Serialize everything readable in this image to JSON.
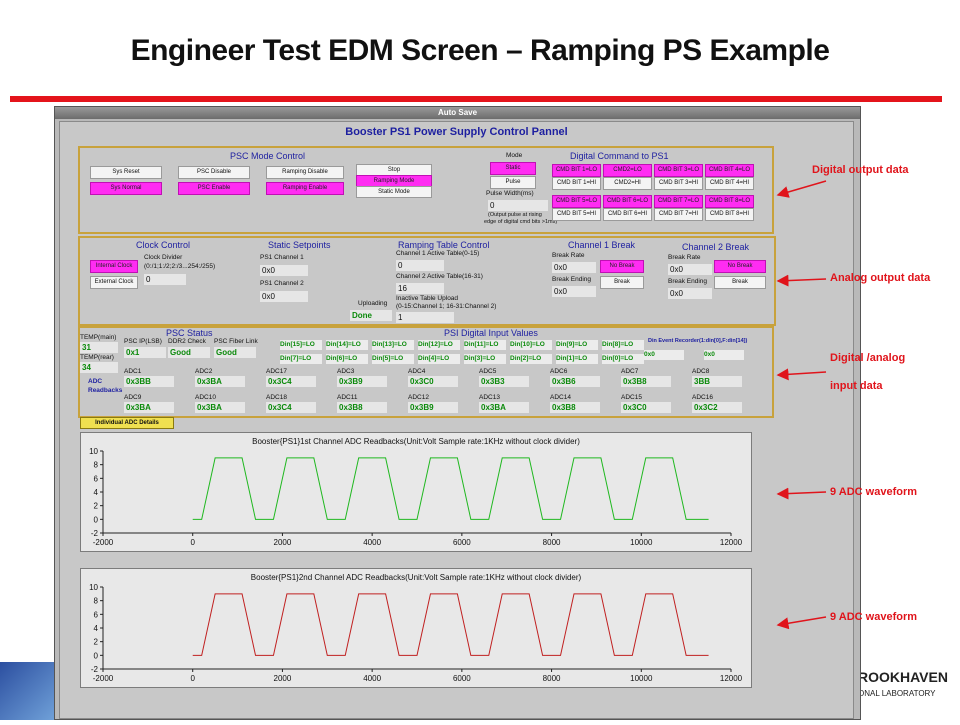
{
  "slide": {
    "title": "Engineer Test EDM Screen – Ramping PS Example",
    "accent_color": "#e4141b"
  },
  "window": {
    "titlebar": "Auto Save",
    "heading": "Booster PS1 Power Supply Control Pannel"
  },
  "psc_mode": {
    "title": "PSC Mode Control",
    "buttons": [
      [
        "Sys Reset",
        "Sys Normal"
      ],
      [
        "PSC Disable",
        "PSC Enable"
      ],
      [
        "Ramping Disable",
        "Ramping Enable"
      ]
    ],
    "stop_col": [
      "Stop",
      "Ramping Mode",
      "Static Mode"
    ]
  },
  "mode": {
    "label": "Mode",
    "static": "Static",
    "pulse": "Pulse",
    "pulse_width_label": "Pulse Width(ms)",
    "pulse_width_value": "0",
    "note1": "(Output pulse at rising",
    "note2": "edge of digital cmd bits >1ms)"
  },
  "digital_cmd": {
    "title": "Digital Command to PS1",
    "rows": [
      [
        "CMD BIT 1=LO",
        "CMD2=LO",
        "CMD BIT 3=LO",
        "CMD BIT 4=LO"
      ],
      [
        "CMD BIT 1=HI",
        "CMD2=HI",
        "CMD BIT 3=HI",
        "CMD BIT 4=HI"
      ],
      [
        "CMD BIT 5=LO",
        "CMD BIT 6=LO",
        "CMD BIT 7=LO",
        "CMD BIT 8=LO"
      ],
      [
        "CMD BIT 5=HI",
        "CMD BIT 6=HI",
        "CMD BIT 7=HI",
        "CMD BIT 8=HI"
      ]
    ]
  },
  "clock": {
    "title": "Clock Control",
    "internal": "Internal Clock",
    "external": "External Clock",
    "divider_label": "Clock Divider",
    "divider_hint": "(0:/1;1:/2;2:/3...254:/255)",
    "divider_value": "0"
  },
  "static_setpoints": {
    "title": "Static Setpoints",
    "ch1_label": "PS1 Channel 1",
    "ch1_value": "0x0",
    "ch2_label": "PS1 Channel 2",
    "ch2_value": "0x0"
  },
  "ramping_table": {
    "title": "Ramping Table Control",
    "ch1_label": "Channel 1 Active Table(0-15)",
    "ch1_value": "0",
    "ch2_label": "Channel 2 Active Table(16-31)",
    "ch2_value": "16",
    "upload_label": "Inactive Table Upload",
    "upload_hint": "(0-15:Channel 1; 16-31:Channel 2)",
    "uploading_label": "Uploading",
    "uploading_value": "Done",
    "upload_value": "1"
  },
  "ch1_break": {
    "title": "Channel 1 Break",
    "rate_label": "Break Rate",
    "rate_value": "0x0",
    "ending_label": "Break Ending",
    "ending_value": "0x0",
    "no_break": "No Break",
    "break": "Break"
  },
  "ch2_break": {
    "title": "Channel 2 Break",
    "rate_label": "Break Rate",
    "rate_value": "0x0",
    "ending_label": "Break Ending",
    "ending_value": "0x0",
    "no_break": "No Break",
    "break": "Break"
  },
  "psc_status": {
    "title": "PSC Status",
    "temp_main_label": "TEMP(main)",
    "temp_main_value": "31",
    "temp_rear_label": "TEMP(rear)",
    "temp_rear_value": "34",
    "ip_label": "PSC IP(LSB)",
    "ip_value": "0x1",
    "ddr2_label": "DDR2 Check",
    "ddr2_value": "Good",
    "fiber_label": "PSC Fiber Link",
    "fiber_value": "Good"
  },
  "digital_inputs": {
    "title": "PSI Digital Input Values",
    "row1": [
      "Din[15]=LO",
      "Din[14]=LO",
      "Din[13]=LO",
      "Din[12]=LO",
      "Din[11]=LO",
      "Din[10]=LO",
      "Din[9]=LO",
      "Din[8]=LO"
    ],
    "row2": [
      "Din[7]=LO",
      "Din[6]=LO",
      "Din[5]=LO",
      "Din[4]=LO",
      "Din[3]=LO",
      "Din[2]=LO",
      "Din[1]=LO",
      "Din[0]=LO"
    ],
    "recorder_label": "Din Event Recorder(1:din[0],F:din[14])",
    "recorder_values": [
      "0x0",
      "0x0"
    ]
  },
  "adc": {
    "readbacks_label": "ADC Readbacks",
    "row1": [
      [
        "ADC1",
        "0x3BB"
      ],
      [
        "ADC2",
        "0x3BA"
      ],
      [
        "ADC17",
        "0x3C4"
      ],
      [
        "ADC3",
        "0x3B9"
      ],
      [
        "ADC4",
        "0x3C0"
      ],
      [
        "ADC5",
        "0x3B3"
      ],
      [
        "ADC6",
        "0x3B6"
      ],
      [
        "ADC7",
        "0x3B8"
      ],
      [
        "ADC8",
        "3BB"
      ]
    ],
    "row2": [
      [
        "ADC9",
        "0x3BA"
      ],
      [
        "ADC10",
        "0x3BA"
      ],
      [
        "ADC18",
        "0x3C4"
      ],
      [
        "ADC11",
        "0x3B8"
      ],
      [
        "ADC12",
        "0x3B9"
      ],
      [
        "ADC13",
        "0x3BA"
      ],
      [
        "ADC14",
        "0x3B8"
      ],
      [
        "ADC15",
        "0x3C0"
      ],
      [
        "ADC16",
        "0x3C2"
      ]
    ],
    "details_button": "Individual ADC Details"
  },
  "annotations": {
    "digital_out": "Digital output data",
    "analog_out": "Analog output data",
    "dig_analog_in_1": "Digital /analog",
    "dig_analog_in_2": "input data",
    "wave1": "9 ADC waveform",
    "wave2": "9 ADC waveform"
  },
  "chart_data": [
    {
      "type": "line",
      "title": "Booster{PS1}1st Channel ADC Readbacks(Unit:Volt  Sample rate:1KHz without clock divider)",
      "xlim": [
        -2000,
        12000
      ],
      "ylim": [
        -2,
        10
      ],
      "x_ticks": [
        -2000,
        0,
        2000,
        4000,
        6000,
        8000,
        10000,
        12000
      ],
      "y_ticks": [
        -2,
        0,
        2,
        4,
        6,
        8,
        10
      ],
      "grid": false,
      "color": "#1fb81f",
      "series": [
        {
          "values": [
            [
              0,
              0
            ],
            [
              200,
              0
            ],
            [
              500,
              9
            ],
            [
              1100,
              9
            ],
            [
              1400,
              0
            ],
            [
              1800,
              0
            ],
            [
              2100,
              9
            ],
            [
              2700,
              9
            ],
            [
              3000,
              0
            ],
            [
              3400,
              0
            ],
            [
              3700,
              9
            ],
            [
              4300,
              9
            ],
            [
              4600,
              0
            ],
            [
              5000,
              0
            ],
            [
              5300,
              9
            ],
            [
              5900,
              9
            ],
            [
              6200,
              0
            ],
            [
              6600,
              0
            ],
            [
              6900,
              9
            ],
            [
              7500,
              9
            ],
            [
              7800,
              0
            ],
            [
              8200,
              0
            ],
            [
              8500,
              9
            ],
            [
              9100,
              9
            ],
            [
              9400,
              0
            ],
            [
              9800,
              0
            ],
            [
              10100,
              9
            ],
            [
              10700,
              9
            ],
            [
              11000,
              0
            ],
            [
              11500,
              0
            ]
          ]
        }
      ]
    },
    {
      "type": "line",
      "title": "Booster{PS1}2nd Channel ADC Readbacks(Unit:Volt  Sample rate:1KHz without clock divider)",
      "xlim": [
        -2000,
        12000
      ],
      "ylim": [
        -2,
        10
      ],
      "x_ticks": [
        -2000,
        0,
        2000,
        4000,
        6000,
        8000,
        10000,
        12000
      ],
      "y_ticks": [
        -2,
        0,
        2,
        4,
        6,
        8,
        10
      ],
      "grid": false,
      "color": "#c02020",
      "series": [
        {
          "values": [
            [
              0,
              0
            ],
            [
              200,
              0
            ],
            [
              500,
              9
            ],
            [
              1100,
              9
            ],
            [
              1400,
              0
            ],
            [
              1800,
              0
            ],
            [
              2100,
              9
            ],
            [
              2700,
              9
            ],
            [
              3000,
              0
            ],
            [
              3400,
              0
            ],
            [
              3700,
              9
            ],
            [
              4300,
              9
            ],
            [
              4600,
              0
            ],
            [
              5000,
              0
            ],
            [
              5300,
              9
            ],
            [
              5900,
              9
            ],
            [
              6200,
              0
            ],
            [
              6600,
              0
            ],
            [
              6900,
              9
            ],
            [
              7500,
              9
            ],
            [
              7800,
              0
            ],
            [
              8200,
              0
            ],
            [
              8500,
              9
            ],
            [
              9100,
              9
            ],
            [
              9400,
              0
            ],
            [
              9800,
              0
            ],
            [
              10100,
              9
            ],
            [
              10700,
              9
            ],
            [
              11000,
              0
            ],
            [
              11500,
              0
            ]
          ]
        }
      ]
    }
  ]
}
